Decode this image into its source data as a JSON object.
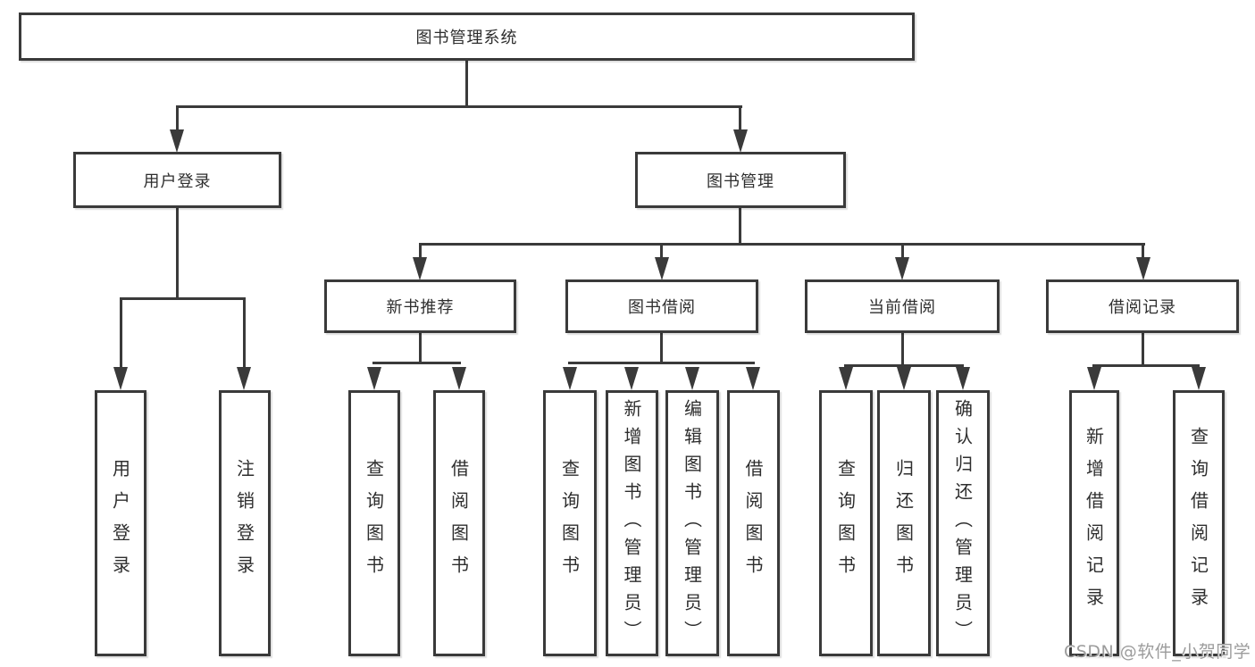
{
  "diagram_title": "图书管理系统",
  "watermark": "CSDN @软件_小贺同学",
  "colors": {
    "line": "#3a3a3a",
    "box_border": "#3a3a3a",
    "box_background": "#ffffff",
    "text": "#2e2e2e",
    "watermark": "#9c9c9c"
  },
  "tree": {
    "label": "图书管理系统",
    "children": [
      {
        "label": "用户登录",
        "children": [
          {
            "label": "用户登录"
          },
          {
            "label": "注销登录"
          }
        ]
      },
      {
        "label": "图书管理",
        "children": [
          {
            "label": "新书推荐",
            "children": [
              {
                "label": "查询图书"
              },
              {
                "label": "借阅图书"
              }
            ]
          },
          {
            "label": "图书借阅",
            "children": [
              {
                "label": "查询图书"
              },
              {
                "label": "新增图书（管理员）"
              },
              {
                "label": "编辑图书（管理员）"
              },
              {
                "label": "借阅图书"
              }
            ]
          },
          {
            "label": "当前借阅",
            "children": [
              {
                "label": "查询图书"
              },
              {
                "label": "归还图书"
              },
              {
                "label": "确认归还（管理员）"
              }
            ]
          },
          {
            "label": "借阅记录",
            "children": [
              {
                "label": "新增借阅记录"
              },
              {
                "label": "查询借阅记录"
              }
            ]
          }
        ]
      }
    ]
  }
}
